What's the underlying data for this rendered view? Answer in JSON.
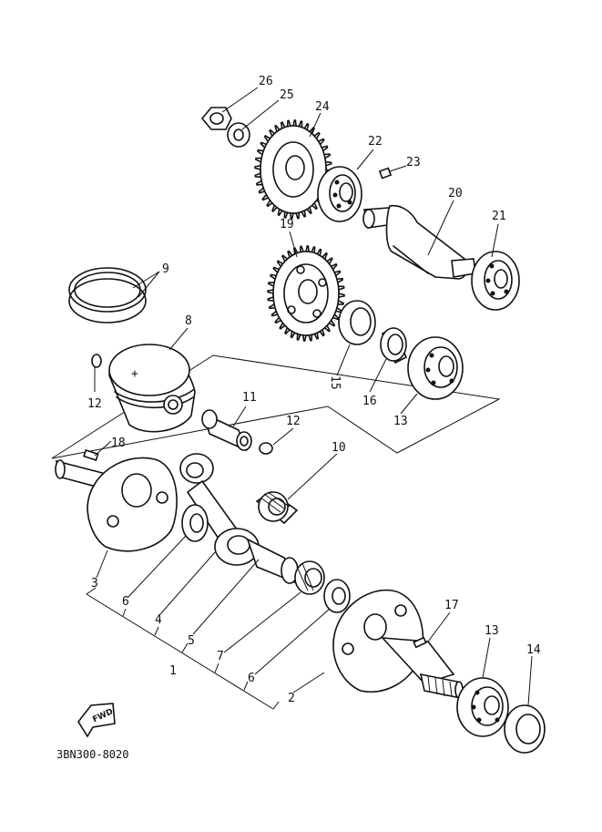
{
  "diagram": {
    "drawing_code": "3BN300-8020",
    "direction_label": "FWD",
    "callouts": [
      {
        "id": "c26",
        "text": "26"
      },
      {
        "id": "c25",
        "text": "25"
      },
      {
        "id": "c24",
        "text": "24"
      },
      {
        "id": "c22",
        "text": "22"
      },
      {
        "id": "c23",
        "text": "23"
      },
      {
        "id": "c20",
        "text": "20"
      },
      {
        "id": "c21",
        "text": "21"
      },
      {
        "id": "c19",
        "text": "19"
      },
      {
        "id": "c9",
        "text": "9"
      },
      {
        "id": "c8",
        "text": "8"
      },
      {
        "id": "c15",
        "text": "15"
      },
      {
        "id": "c16",
        "text": "16"
      },
      {
        "id": "c13a",
        "text": "13"
      },
      {
        "id": "c12a",
        "text": "12"
      },
      {
        "id": "c11",
        "text": "11"
      },
      {
        "id": "c12b",
        "text": "12"
      },
      {
        "id": "c18",
        "text": "18"
      },
      {
        "id": "c10",
        "text": "10"
      },
      {
        "id": "c3",
        "text": "3"
      },
      {
        "id": "c6a",
        "text": "6"
      },
      {
        "id": "c4",
        "text": "4"
      },
      {
        "id": "c5",
        "text": "5"
      },
      {
        "id": "c1",
        "text": "1"
      },
      {
        "id": "c7",
        "text": "7"
      },
      {
        "id": "c6b",
        "text": "6"
      },
      {
        "id": "c2",
        "text": "2"
      },
      {
        "id": "c17",
        "text": "17"
      },
      {
        "id": "c13b",
        "text": "13"
      },
      {
        "id": "c14",
        "text": "14"
      }
    ]
  }
}
